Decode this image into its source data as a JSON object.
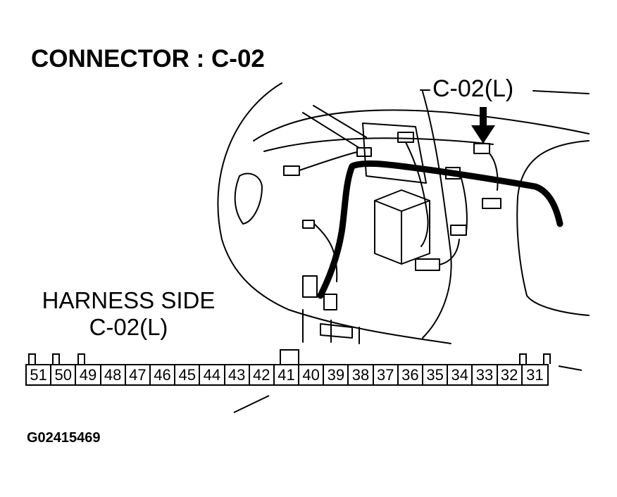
{
  "title": "CONNECTOR : C-02",
  "callout_label": "C-02(L)",
  "harness": {
    "line1": "HARNESS SIDE",
    "line2": "C-02(L)"
  },
  "figure_id": "G02415469",
  "pins": [
    "51",
    "50",
    "49",
    "48",
    "47",
    "46",
    "45",
    "44",
    "43",
    "42",
    "41",
    "40",
    "39",
    "38",
    "37",
    "36",
    "35",
    "34",
    "33",
    "32",
    "31"
  ],
  "icons": {
    "arrow": "down-arrow-icon"
  }
}
